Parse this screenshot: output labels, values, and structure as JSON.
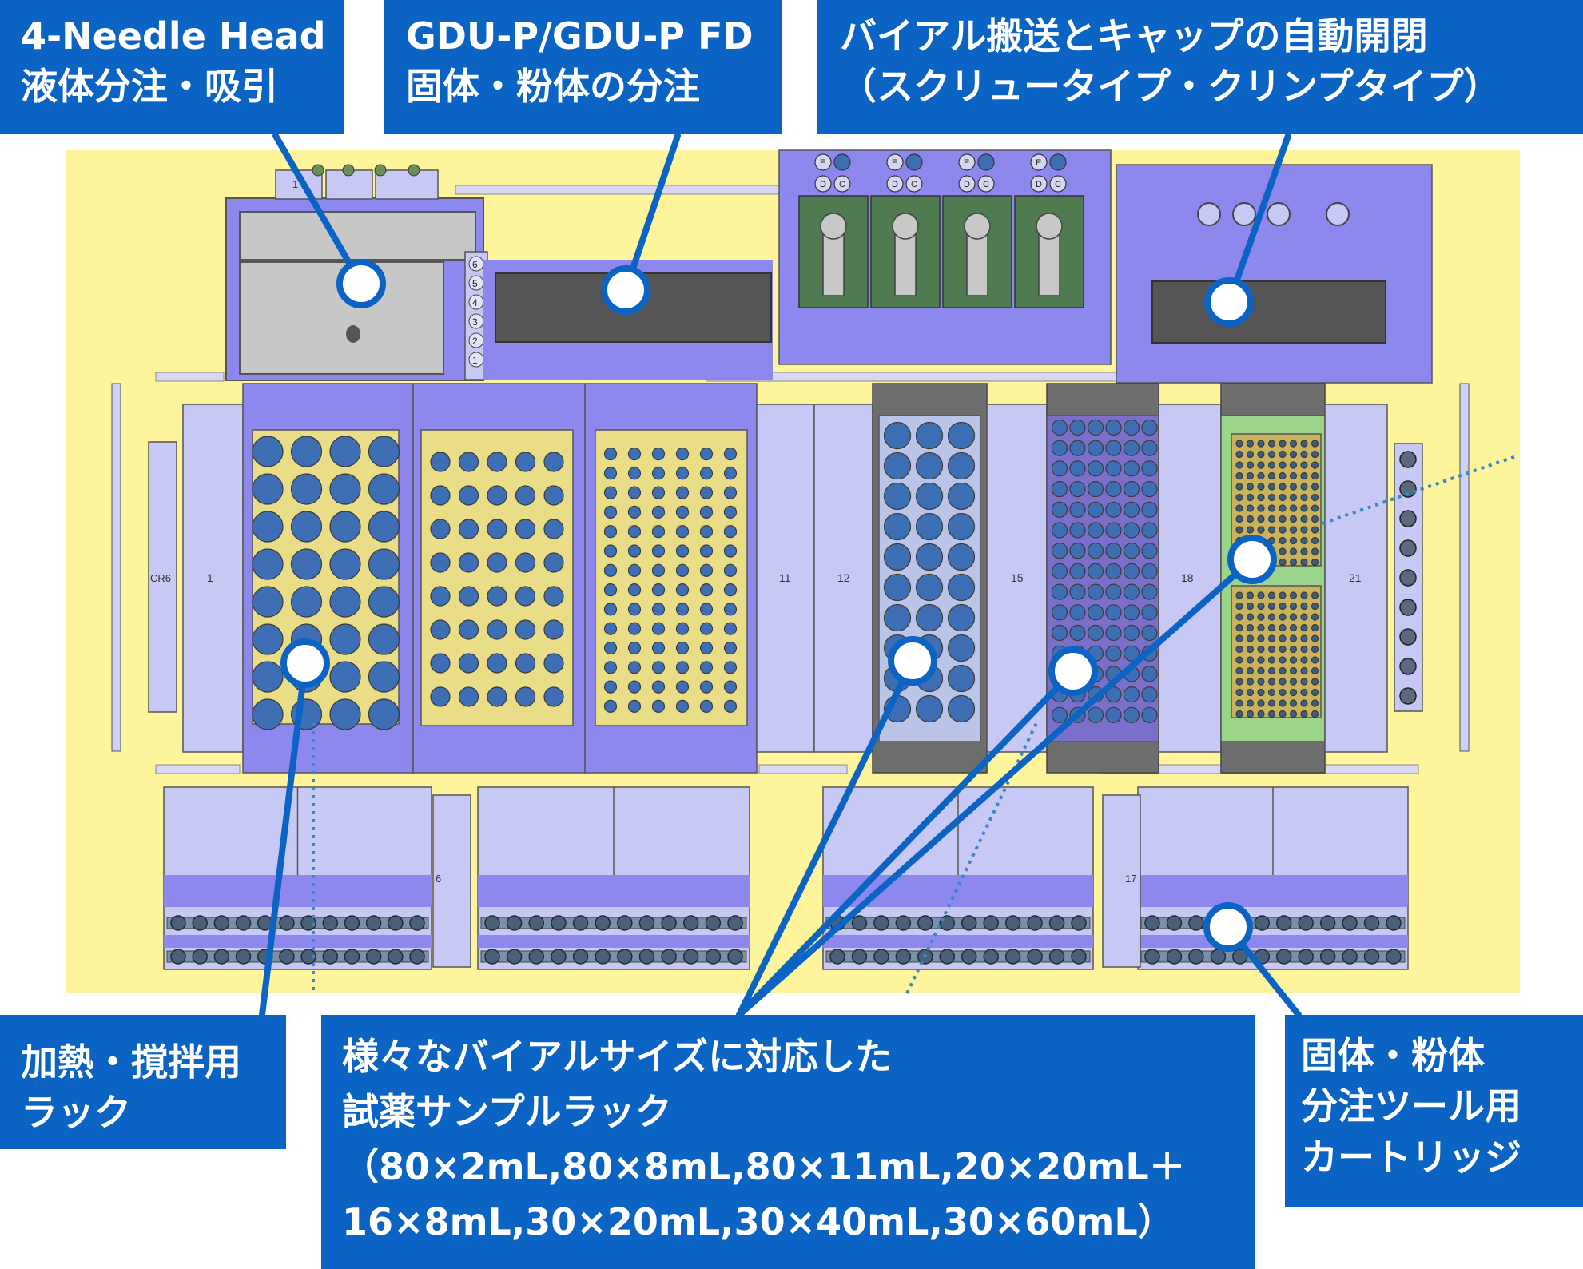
{
  "colors": {
    "background": "#fdf49c",
    "callout": "#0b63c4",
    "frame": "#8c88ee",
    "light_panel": "#c7c8f4",
    "rack_yellow": "#e9dd87",
    "vial_blue": "#3e6fb5",
    "gray_panel": "#6e6e6e",
    "green_tray": "#9bd58b",
    "olive_tray": "#c9b35c",
    "steel_rack": "#b9c4e6"
  },
  "callouts": {
    "needle_head": {
      "lines": [
        "4-Needle Head",
        "液体分注・吸引"
      ]
    },
    "gdu": {
      "lines": [
        "GDU-P/GDU-P FD",
        "固体・粉体の分注"
      ]
    },
    "vial_transport": {
      "lines": [
        "バイアル搬送とキャップの自動開閉",
        "（スクリュータイプ・クリンプタイプ）"
      ]
    },
    "heating_rack": {
      "lines": [
        "加熱・撹拌用",
        "ラック"
      ]
    },
    "sample_rack": {
      "lines": [
        "様々なバイアルサイズに対応した",
        "試薬サンプルラック",
        "（80×2mL,80×8mL,80×11mL,20×20mL＋",
        "16×8mL,30×20mL,30×40mL,30×60mL）"
      ]
    },
    "cartridge": {
      "lines": [
        "固体・粉体",
        "分注ツール用",
        "カートリッジ"
      ]
    }
  },
  "deck_labels": {
    "position_1": "1",
    "position_11": "11",
    "position_12": "12",
    "position_15": "15",
    "position_18": "18",
    "position_21": "21",
    "cr6": "CR6",
    "side_6": "6",
    "side_17": "17",
    "mini_rack_tag": "1",
    "tower_numbers": [
      "6",
      "5",
      "4",
      "3",
      "2",
      "1"
    ],
    "station_letters": [
      "E",
      "D",
      "C"
    ]
  }
}
